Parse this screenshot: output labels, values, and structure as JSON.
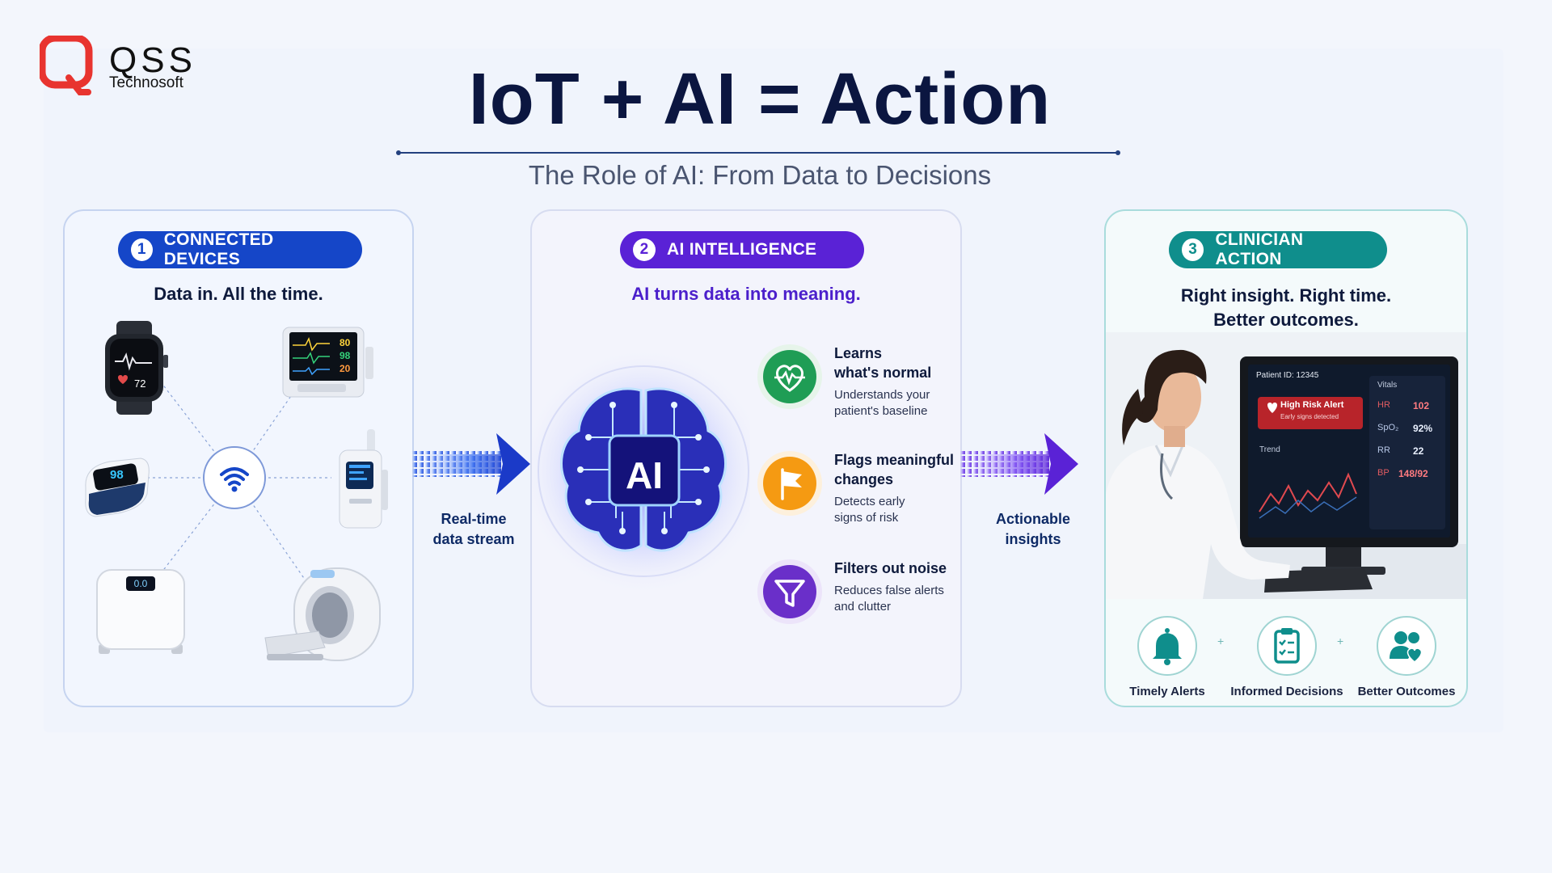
{
  "brand": {
    "name": "QSS",
    "sub": "Technosoft",
    "color": "#e8342f"
  },
  "header": {
    "title": "IoT + AI = Action",
    "subtitle": "The Role of AI: From Data to Decisions"
  },
  "devices": {
    "number": "1",
    "label": "CONNECTED DEVICES",
    "tagline": "Data in. All the time.",
    "watch_reading": "72",
    "oximeter_reading": "98",
    "monitor_readings": [
      "80",
      "98",
      "20"
    ],
    "scale_reading": "0.0",
    "accent": "#1546c8"
  },
  "stream": {
    "line1": "Real-time",
    "line2": "data stream"
  },
  "ai": {
    "number": "2",
    "label": "AI INTELLIGENCE",
    "tagline": "AI turns data into meaning.",
    "chip_text": "AI",
    "accent": "#5a22d6",
    "features": [
      {
        "head1": "Learns",
        "head2": "what's normal",
        "body1": "Understands your",
        "body2": "patient's baseline",
        "icon": "heart-pulse-icon",
        "color": "#1f9d55"
      },
      {
        "head1": "Flags meaningful",
        "head2": "changes",
        "body1": "Detects early",
        "body2": "signs of risk",
        "icon": "flag-icon",
        "color": "#f59a12"
      },
      {
        "head1": "Filters out noise",
        "head2": "",
        "body1": "Reduces false alerts",
        "body2": "and clutter",
        "icon": "funnel-icon",
        "color": "#6a2fc9"
      }
    ]
  },
  "insights": {
    "line1": "Actionable",
    "line2": "insights"
  },
  "action": {
    "number": "3",
    "label": "CLINICIAN ACTION",
    "tagline1": "Right insight. Right time.",
    "tagline2": "Better outcomes.",
    "accent": "#0f8e8c",
    "screen": {
      "patient_id": "Patient ID: 12345",
      "alert_title": "High Risk Alert",
      "alert_sub": "Early signs detected",
      "trend_label": "Trend",
      "vitals_label": "Vitals",
      "vitals": [
        {
          "name": "HR",
          "value": "102"
        },
        {
          "name": "SpO₂",
          "value": "92%"
        },
        {
          "name": "RR",
          "value": "22"
        },
        {
          "name": "BP",
          "value": "148/92"
        }
      ]
    },
    "outcomes": [
      "Timely Alerts",
      "Informed Decisions",
      "Better Outcomes"
    ],
    "plus": "+"
  }
}
